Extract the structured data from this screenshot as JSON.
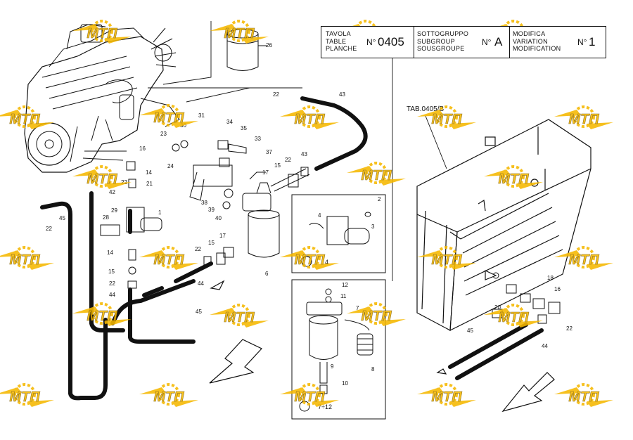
{
  "title_block": {
    "table_labels": "TAVOLA\nTABLE\nPLANCHE",
    "table_no_prefix": "N°",
    "table_no": "0405",
    "subgroup_labels": "SOTTOGRUPPO\nSUBGROUP\nSOUSGROUPE",
    "subgroup_no_prefix": "N°",
    "subgroup_no": "A",
    "modification_labels": "MODIFICA\nVARIATION\nMODIFICATION",
    "modification_no_prefix": "N°",
    "modification_no": "1"
  },
  "reference_label": "TAB.0405/B",
  "inset_labels": {
    "detail_a": "4",
    "detail_b": "7÷12"
  },
  "watermark": "МТП",
  "colors": {
    "watermark": "#f5b800",
    "line": "#111111"
  },
  "callouts": [
    {
      "id": "c26",
      "text": "26"
    },
    {
      "id": "c22a",
      "text": "22"
    },
    {
      "id": "c43a",
      "text": "43"
    },
    {
      "id": "c31",
      "text": "31"
    },
    {
      "id": "c23",
      "text": "23"
    },
    {
      "id": "c30",
      "text": "30"
    },
    {
      "id": "c16a",
      "text": "16"
    },
    {
      "id": "c34",
      "text": "34"
    },
    {
      "id": "c35",
      "text": "35"
    },
    {
      "id": "c33",
      "text": "33"
    },
    {
      "id": "c37",
      "text": "37"
    },
    {
      "id": "c43b",
      "text": "43"
    },
    {
      "id": "c24",
      "text": "24"
    },
    {
      "id": "c14a",
      "text": "14"
    },
    {
      "id": "c22b",
      "text": "22"
    },
    {
      "id": "c21",
      "text": "21"
    },
    {
      "id": "c42",
      "text": "42"
    },
    {
      "id": "c17a",
      "text": "17"
    },
    {
      "id": "c15a",
      "text": "15"
    },
    {
      "id": "c22c",
      "text": "22"
    },
    {
      "id": "c38",
      "text": "38"
    },
    {
      "id": "c39",
      "text": "39"
    },
    {
      "id": "c40",
      "text": "40"
    },
    {
      "id": "c45a",
      "text": "45"
    },
    {
      "id": "c22d",
      "text": "22"
    },
    {
      "id": "c29",
      "text": "29"
    },
    {
      "id": "c28",
      "text": "28"
    },
    {
      "id": "c1",
      "text": "1"
    },
    {
      "id": "c14b",
      "text": "14"
    },
    {
      "id": "c15b",
      "text": "15"
    },
    {
      "id": "c22e",
      "text": "22"
    },
    {
      "id": "c44a",
      "text": "44"
    },
    {
      "id": "c22f",
      "text": "22"
    },
    {
      "id": "c15c",
      "text": "15"
    },
    {
      "id": "c17b",
      "text": "17"
    },
    {
      "id": "c44b",
      "text": "44"
    },
    {
      "id": "c45b",
      "text": "45"
    },
    {
      "id": "c6",
      "text": "6"
    },
    {
      "id": "c2",
      "text": "2"
    },
    {
      "id": "c4",
      "text": "4"
    },
    {
      "id": "c3",
      "text": "3"
    },
    {
      "id": "c12",
      "text": "12"
    },
    {
      "id": "c11",
      "text": "11"
    },
    {
      "id": "c7",
      "text": "7"
    },
    {
      "id": "c8",
      "text": "8"
    },
    {
      "id": "c9",
      "text": "9"
    },
    {
      "id": "c10",
      "text": "10"
    },
    {
      "id": "c18",
      "text": "18"
    },
    {
      "id": "c16b",
      "text": "16"
    },
    {
      "id": "c20",
      "text": "20"
    },
    {
      "id": "c22g",
      "text": "22"
    },
    {
      "id": "c45c",
      "text": "45"
    },
    {
      "id": "c44c",
      "text": "44"
    }
  ]
}
